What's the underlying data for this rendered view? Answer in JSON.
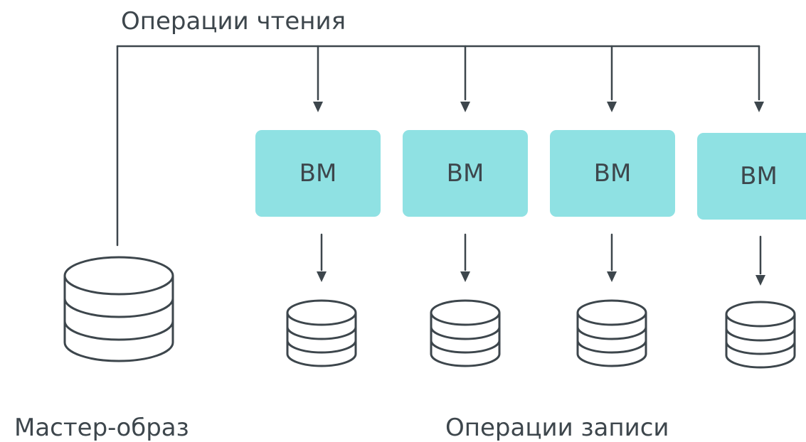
{
  "labels": {
    "read_operations": "Операции чтения",
    "master_image": "Мастер-образ",
    "write_operations": "Операции записи"
  },
  "vms": [
    {
      "label": "ВМ"
    },
    {
      "label": "ВМ"
    },
    {
      "label": "ВМ"
    },
    {
      "label": "ВМ"
    }
  ],
  "colors": {
    "vm_fill": "#8fe1e3",
    "stroke": "#3d464c",
    "background": "#ffffff"
  },
  "icons": {
    "master_disk": "database-icon",
    "vm_disk": "database-icon",
    "arrow": "arrow-down-icon"
  }
}
